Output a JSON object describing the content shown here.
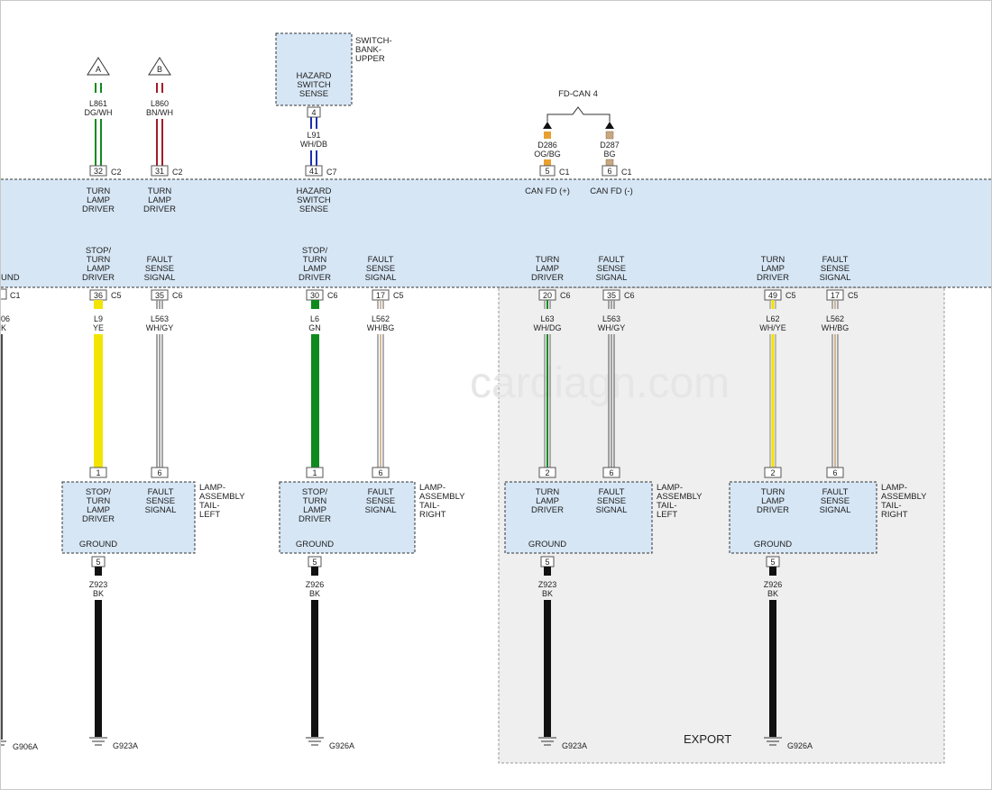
{
  "diagram": {
    "watermark": "cardiagn.com",
    "region_label": "EXPORT",
    "top_inputs": [
      {
        "id": "a",
        "tag": "A",
        "wire": "L861",
        "color_code": "DG/WH",
        "pin": "32",
        "conn": "C2",
        "module_label": [
          "TURN",
          "LAMP",
          "DRIVER"
        ]
      },
      {
        "id": "b",
        "tag": "B",
        "wire": "L860",
        "color_code": "BN/WH",
        "pin": "31",
        "conn": "C2",
        "module_label": [
          "TURN",
          "LAMP",
          "DRIVER"
        ]
      }
    ],
    "switch_bank": {
      "box_label": [
        "HAZARD",
        "SWITCH",
        "SENSE"
      ],
      "name": [
        "SWITCH-",
        "BANK-",
        "UPPER"
      ],
      "pin_top": "4",
      "wire": "L91",
      "color_code": "WH/DB",
      "pin": "41",
      "conn": "C7",
      "module_label": [
        "HAZARD",
        "SWITCH",
        "SENSE"
      ]
    },
    "can": {
      "title": "FD-CAN 4",
      "wires": [
        {
          "wire": "D286",
          "color_code": "OG/BG",
          "pin": "5",
          "conn": "C1",
          "module_label": "CAN FD (+)"
        },
        {
          "wire": "D287",
          "color_code": "BG",
          "pin": "6",
          "conn": "C1",
          "module_label": "CAN FD (-)"
        }
      ]
    },
    "left_edge": {
      "module_label": "UND",
      "pin_conn": "C1",
      "wire_frag": "06",
      "color_frag": "K",
      "ground": "G906A"
    },
    "module_bottom": [
      {
        "label": [
          "STOP/",
          "TURN",
          "LAMP",
          "DRIVER"
        ],
        "pin": "36",
        "conn": "C5",
        "wire": "L9",
        "color_code": "YE"
      },
      {
        "label": [
          "FAULT",
          "SENSE",
          "SIGNAL"
        ],
        "pin": "35",
        "conn": "C6",
        "wire": "L563",
        "color_code": "WH/GY"
      },
      {
        "label": [
          "STOP/",
          "TURN",
          "LAMP",
          "DRIVER"
        ],
        "pin": "30",
        "conn": "C6",
        "wire": "L6",
        "color_code": "GN"
      },
      {
        "label": [
          "FAULT",
          "SENSE",
          "SIGNAL"
        ],
        "pin": "17",
        "conn": "C5",
        "wire": "L562",
        "color_code": "WH/BG"
      },
      {
        "label": [
          "TURN",
          "LAMP",
          "DRIVER"
        ],
        "pin": "20",
        "conn": "C6",
        "wire": "L63",
        "color_code": "WH/DG"
      },
      {
        "label": [
          "FAULT",
          "SENSE",
          "SIGNAL"
        ],
        "pin": "35",
        "conn": "C6",
        "wire": "L563",
        "color_code": "WH/GY"
      },
      {
        "label": [
          "TURN",
          "LAMP",
          "DRIVER"
        ],
        "pin": "49",
        "conn": "C5",
        "wire": "L62",
        "color_code": "WH/YE"
      },
      {
        "label": [
          "FAULT",
          "SENSE",
          "SIGNAL"
        ],
        "pin": "17",
        "conn": "C5",
        "wire": "L562",
        "color_code": "WH/BG"
      }
    ],
    "lamps": [
      {
        "name": [
          "LAMP-",
          "ASSEMBLY",
          "TAIL-",
          "LEFT"
        ],
        "pin1": "1",
        "label1": [
          "STOP/",
          "TURN",
          "LAMP",
          "DRIVER"
        ],
        "pin2": "6",
        "label2": [
          "FAULT",
          "SENSE",
          "SIGNAL"
        ],
        "ground_label": "GROUND",
        "gpin": "5",
        "gwire": "Z923",
        "gcolor": "BK",
        "gnd": "G923A"
      },
      {
        "name": [
          "LAMP-",
          "ASSEMBLY",
          "TAIL-",
          "RIGHT"
        ],
        "pin1": "1",
        "label1": [
          "STOP/",
          "TURN",
          "LAMP",
          "DRIVER"
        ],
        "pin2": "6",
        "label2": [
          "FAULT",
          "SENSE",
          "SIGNAL"
        ],
        "ground_label": "GROUND",
        "gpin": "5",
        "gwire": "Z926",
        "gcolor": "BK",
        "gnd": "G926A"
      },
      {
        "name": [
          "LAMP-",
          "ASSEMBLY",
          "TAIL-",
          "LEFT"
        ],
        "pin1": "2",
        "label1": [
          "TURN",
          "LAMP",
          "DRIVER"
        ],
        "pin2": "6",
        "label2": [
          "FAULT",
          "SENSE",
          "SIGNAL"
        ],
        "ground_label": "GROUND",
        "gpin": "5",
        "gwire": "Z923",
        "gcolor": "BK",
        "gnd": "G923A"
      },
      {
        "name": [
          "LAMP-",
          "ASSEMBLY",
          "TAIL-",
          "RIGHT"
        ],
        "pin1": "2",
        "label1": [
          "TURN",
          "LAMP",
          "DRIVER"
        ],
        "pin2": "6",
        "label2": [
          "FAULT",
          "SENSE",
          "SIGNAL"
        ],
        "ground_label": "GROUND",
        "gpin": "5",
        "gwire": "Z926",
        "gcolor": "BK",
        "gnd": "G926A"
      }
    ],
    "colors": {
      "module_fill": "#d6e6f5",
      "export_fill": "#efefef",
      "yellow": "#f3e400",
      "green": "#0f8a1e",
      "dark_red": "#a01c28",
      "wire_gray": "#8c8c8c",
      "tan": "#c8a882",
      "orange": "#e8a030",
      "navy": "#1a2fb0",
      "black": "#111111"
    }
  }
}
